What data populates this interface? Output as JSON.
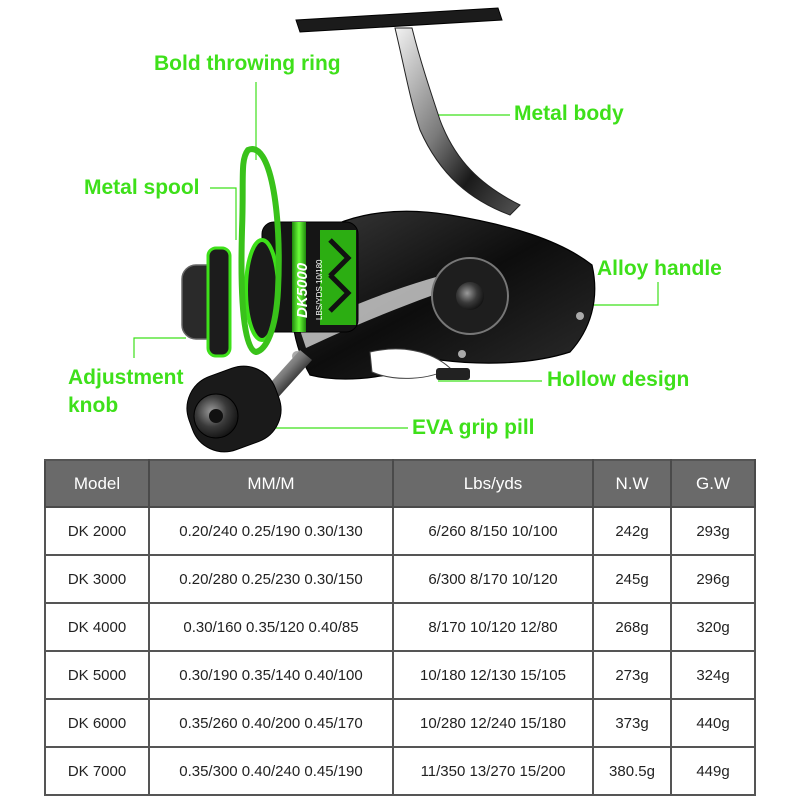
{
  "callouts": {
    "throwing_ring": "Bold throwing ring",
    "metal_body": "Metal body",
    "metal_spool": "Metal spool",
    "alloy_handle": "Alloy handle",
    "adjustment_line1": "Adjustment",
    "adjustment_line2": "knob",
    "hollow_design": "Hollow design",
    "eva_grip": "EVA grip pill"
  },
  "reel_printing": {
    "model_mark": "DK5000",
    "spec_mark": "LBS/YDS 10/180"
  },
  "colors": {
    "accent_green": "#3ee01a",
    "header_gray": "#6a6a6a",
    "reel_black": "#141414"
  },
  "table": {
    "headers": [
      "Model",
      "MM/M",
      "Lbs/yds",
      "N.W",
      "G.W"
    ],
    "rows": [
      [
        "DK 2000",
        "0.20/240 0.25/190 0.30/130",
        "6/260  8/150  10/100",
        "242g",
        "293g"
      ],
      [
        "DK 3000",
        "0.20/280 0.25/230 0.30/150",
        "6/300  8/170  10/120",
        "245g",
        "296g"
      ],
      [
        "DK 4000",
        "0.30/160 0.35/120 0.40/85",
        "8/170 10/120 12/80",
        "268g",
        "320g"
      ],
      [
        "DK 5000",
        "0.30/190 0.35/140 0.40/100",
        "10/180 12/130 15/105",
        "273g",
        "324g"
      ],
      [
        "DK 6000",
        "0.35/260 0.40/200 0.45/170",
        "10/280 12/240 15/180",
        "373g",
        "440g"
      ],
      [
        "DK 7000",
        "0.35/300 0.40/240 0.45/190",
        "11/350 13/270 15/200",
        "380.5g",
        "449g"
      ]
    ]
  }
}
